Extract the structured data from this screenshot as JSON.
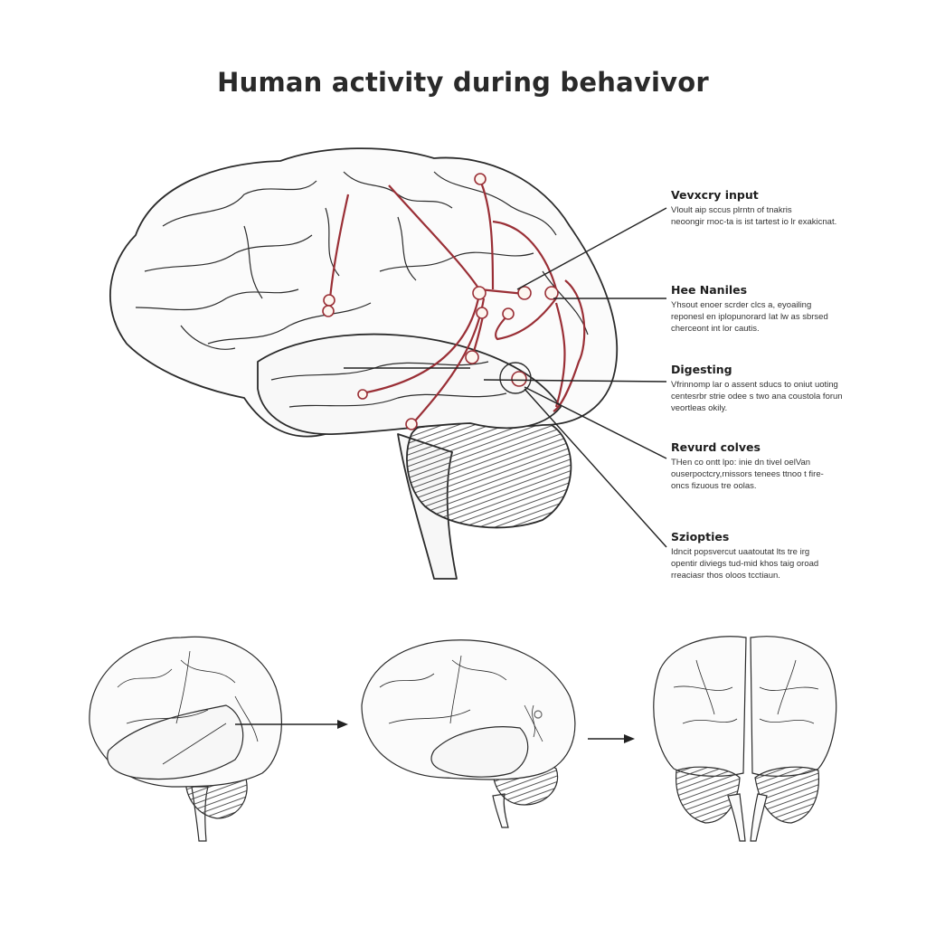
{
  "title": "Human activity during behavivor",
  "colors": {
    "outline": "#2b2b2b",
    "pathway": "#9a2f36",
    "background": "#ffffff"
  },
  "annotations": [
    {
      "heading": "Vevxcry input",
      "lines": [
        "Vloult aip sccus plrntn of tnakris",
        "neoongir rnoc-ta is ist tartest io lr exakicnat."
      ]
    },
    {
      "heading": "Hee Naniles",
      "lines": [
        "Yhsout enoer scrder clcs a, eyoailing",
        "reponesl en iplopunorard Iat lw as sbrsed",
        "cherceont int lor cautis."
      ]
    },
    {
      "heading": "Digesting",
      "lines": [
        "Vfrinnomp lar o assent sducs to oniut uoting",
        "centesrbr strie odee s two ana coustola forun",
        "veortleas okily."
      ]
    },
    {
      "heading": "Revurd colves",
      "lines": [
        "THen co ontt lpo: inie dn tivel oelVan",
        "ouserpoctcry,rnissors tenees ttnoo t fire-",
        "oncs fizuous tre oolas."
      ]
    },
    {
      "heading": "Sziopties",
      "lines": [
        "Idncit popsvercut uaatoutat lts tre irg",
        "opentir diviegs tud-mid khos taig oroad",
        "rreaciasr thos oloos tcctiaun."
      ]
    }
  ],
  "bottom_row": {
    "views": [
      "lateral-transparent",
      "lateral-3-4",
      "inferior-bilateral"
    ],
    "arrows": 2
  }
}
